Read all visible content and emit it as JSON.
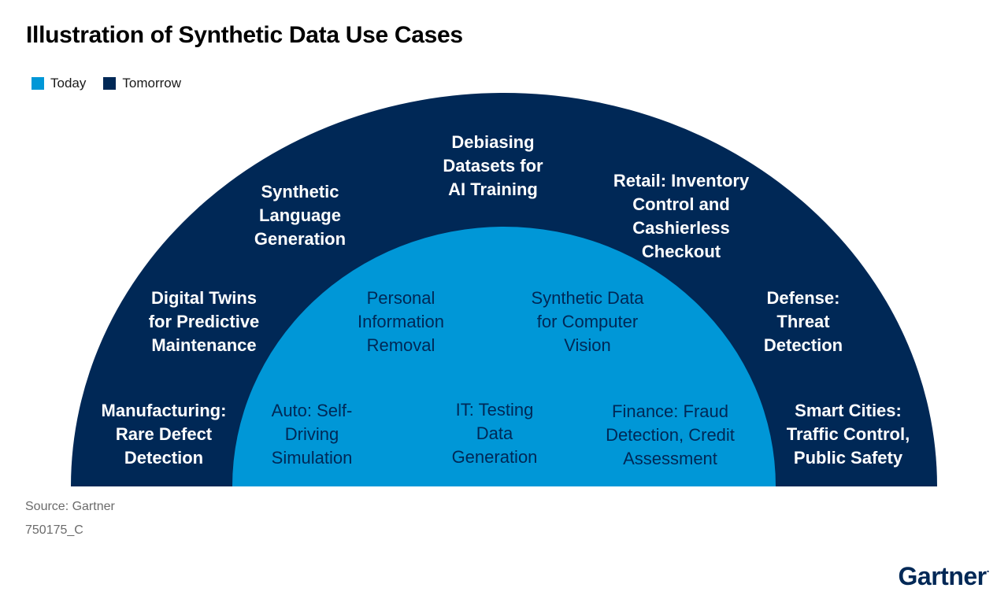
{
  "title": "Illustration of Synthetic Data Use Cases",
  "legend": {
    "today": "Today",
    "tomorrow": "Tomorrow"
  },
  "colors": {
    "today": "#0097D7",
    "tomorrow": "#002856",
    "text_on_today": "#002856",
    "text_on_tomorrow": "#ffffff"
  },
  "tomorrow_items": [
    [
      "Manufacturing:",
      "Rare Defect",
      "Detection"
    ],
    [
      "Digital Twins",
      "for Predictive",
      "Maintenance"
    ],
    [
      "Synthetic",
      "Language",
      "Generation"
    ],
    [
      "Debiasing",
      "Datasets for",
      "AI Training"
    ],
    [
      "Retail: Inventory",
      "Control and",
      "Cashierless",
      "Checkout"
    ],
    [
      "Defense:",
      "Threat",
      "Detection"
    ],
    [
      "Smart Cities:",
      "Traffic Control,",
      "Public Safety"
    ]
  ],
  "today_items": [
    [
      "Auto: Self-",
      "Driving",
      "Simulation"
    ],
    [
      "Personal",
      "Information",
      "Removal"
    ],
    [
      "IT: Testing",
      "Data",
      "Generation"
    ],
    [
      "Synthetic Data",
      "for Computer",
      "Vision"
    ],
    [
      "Finance: Fraud",
      "Detection, Credit",
      "Assessment"
    ]
  ],
  "source": "Source: Gartner",
  "doc_id": "750175_C",
  "brand": "Gartner"
}
